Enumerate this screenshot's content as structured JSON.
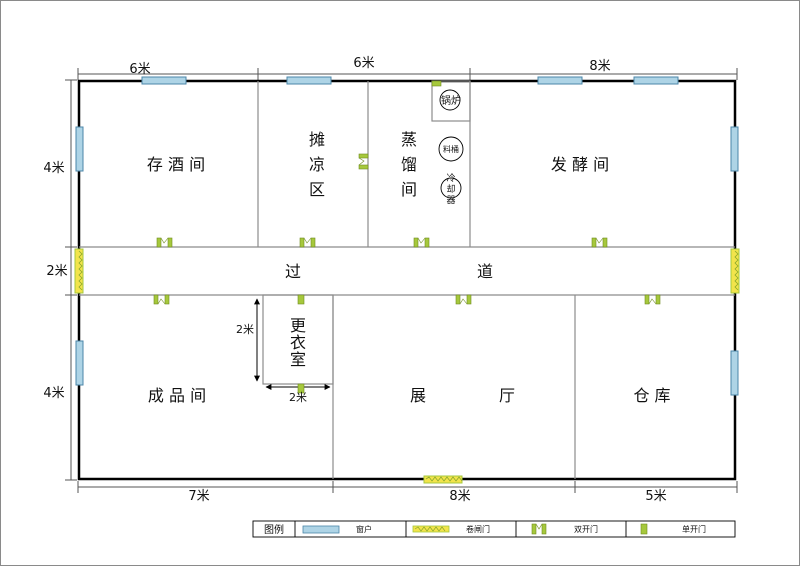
{
  "dimensions": {
    "top_left": "6米",
    "top_mid": "6米",
    "top_right": "8米",
    "left_upper": "4米",
    "left_corridor": "2米",
    "left_lower": "4米",
    "bottom_left": "7米",
    "bottom_mid": "8米",
    "bottom_right": "5米",
    "locker_height": "2米",
    "locker_width": "2米"
  },
  "rooms": {
    "wine_storage": "存 酒 间",
    "cooling_1": "摊",
    "cooling_2": "凉",
    "cooling_3": "区",
    "distill_1": "蒸",
    "distill_2": "馏",
    "distill_3": "间",
    "ferment": "发 酵 间",
    "corridor_1": "过",
    "corridor_2": "道",
    "locker_1": "更",
    "locker_2": "衣",
    "locker_3": "室",
    "finished_goods": "成 品 间",
    "hall_1": "展",
    "hall_2": "厅",
    "warehouse": "仓 库"
  },
  "equipment": {
    "boiler": "锅炉",
    "material_bucket": "料桶",
    "cooler_1": "冷",
    "cooler_2": "却",
    "cooler_3": "器"
  },
  "legend": {
    "title": "图例",
    "window": "窗户",
    "rolling_door": "卷闸门",
    "double_door": "双开门",
    "single_door": "单开门"
  },
  "colors": {
    "window_fill": "#aed4e6",
    "window_stroke": "#4b86a8",
    "door_green": "#a6c83c",
    "rolling_yellow": "#f2e44b",
    "wall": "#000000",
    "partition": "#8c8c8c"
  }
}
